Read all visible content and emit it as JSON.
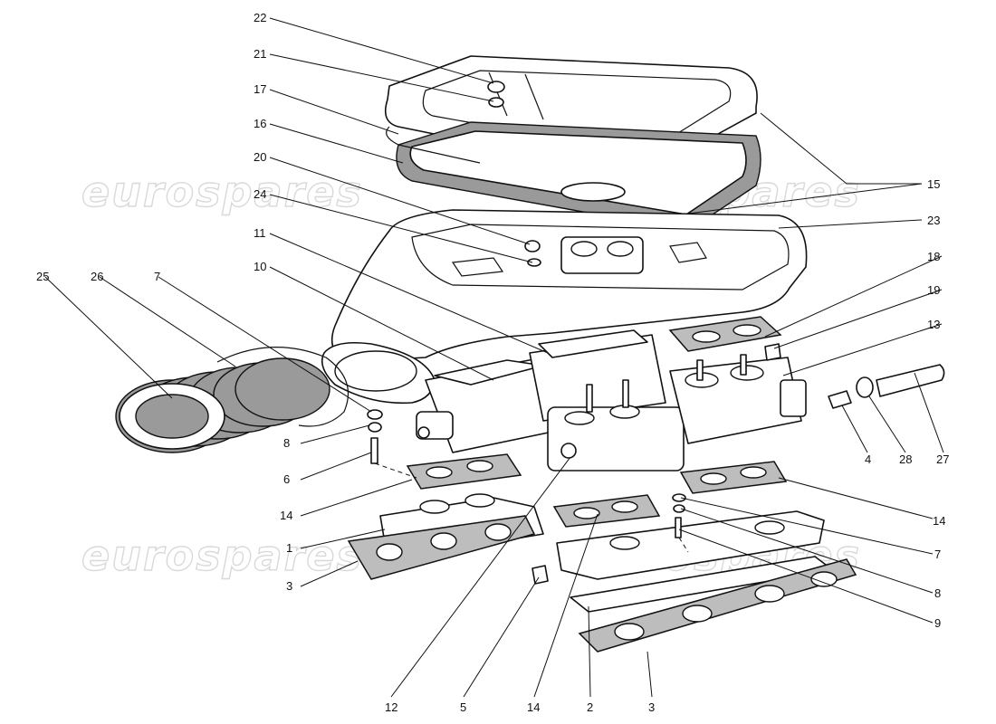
{
  "watermark": {
    "text": "eurospares"
  },
  "callouts": [
    {
      "id": "22",
      "text": "22"
    },
    {
      "id": "21",
      "text": "21"
    },
    {
      "id": "17",
      "text": "17"
    },
    {
      "id": "16",
      "text": "16"
    },
    {
      "id": "20",
      "text": "20"
    },
    {
      "id": "24",
      "text": "24"
    },
    {
      "id": "11",
      "text": "11"
    },
    {
      "id": "10",
      "text": "10"
    },
    {
      "id": "25",
      "text": "25"
    },
    {
      "id": "26",
      "text": "26"
    },
    {
      "id": "7a",
      "text": "7"
    },
    {
      "id": "8a",
      "text": "8"
    },
    {
      "id": "6",
      "text": "6"
    },
    {
      "id": "14a",
      "text": "14"
    },
    {
      "id": "1",
      "text": "1"
    },
    {
      "id": "3a",
      "text": "3"
    },
    {
      "id": "12",
      "text": "12"
    },
    {
      "id": "5",
      "text": "5"
    },
    {
      "id": "14b",
      "text": "14"
    },
    {
      "id": "2",
      "text": "2"
    },
    {
      "id": "3b",
      "text": "3"
    },
    {
      "id": "15",
      "text": "15"
    },
    {
      "id": "23",
      "text": "23"
    },
    {
      "id": "18",
      "text": "18"
    },
    {
      "id": "19",
      "text": "19"
    },
    {
      "id": "13",
      "text": "13"
    },
    {
      "id": "4",
      "text": "4"
    },
    {
      "id": "28",
      "text": "28"
    },
    {
      "id": "27",
      "text": "27"
    },
    {
      "id": "14c",
      "text": "14"
    },
    {
      "id": "7b",
      "text": "7"
    },
    {
      "id": "8b",
      "text": "8"
    },
    {
      "id": "9",
      "text": "9"
    }
  ]
}
